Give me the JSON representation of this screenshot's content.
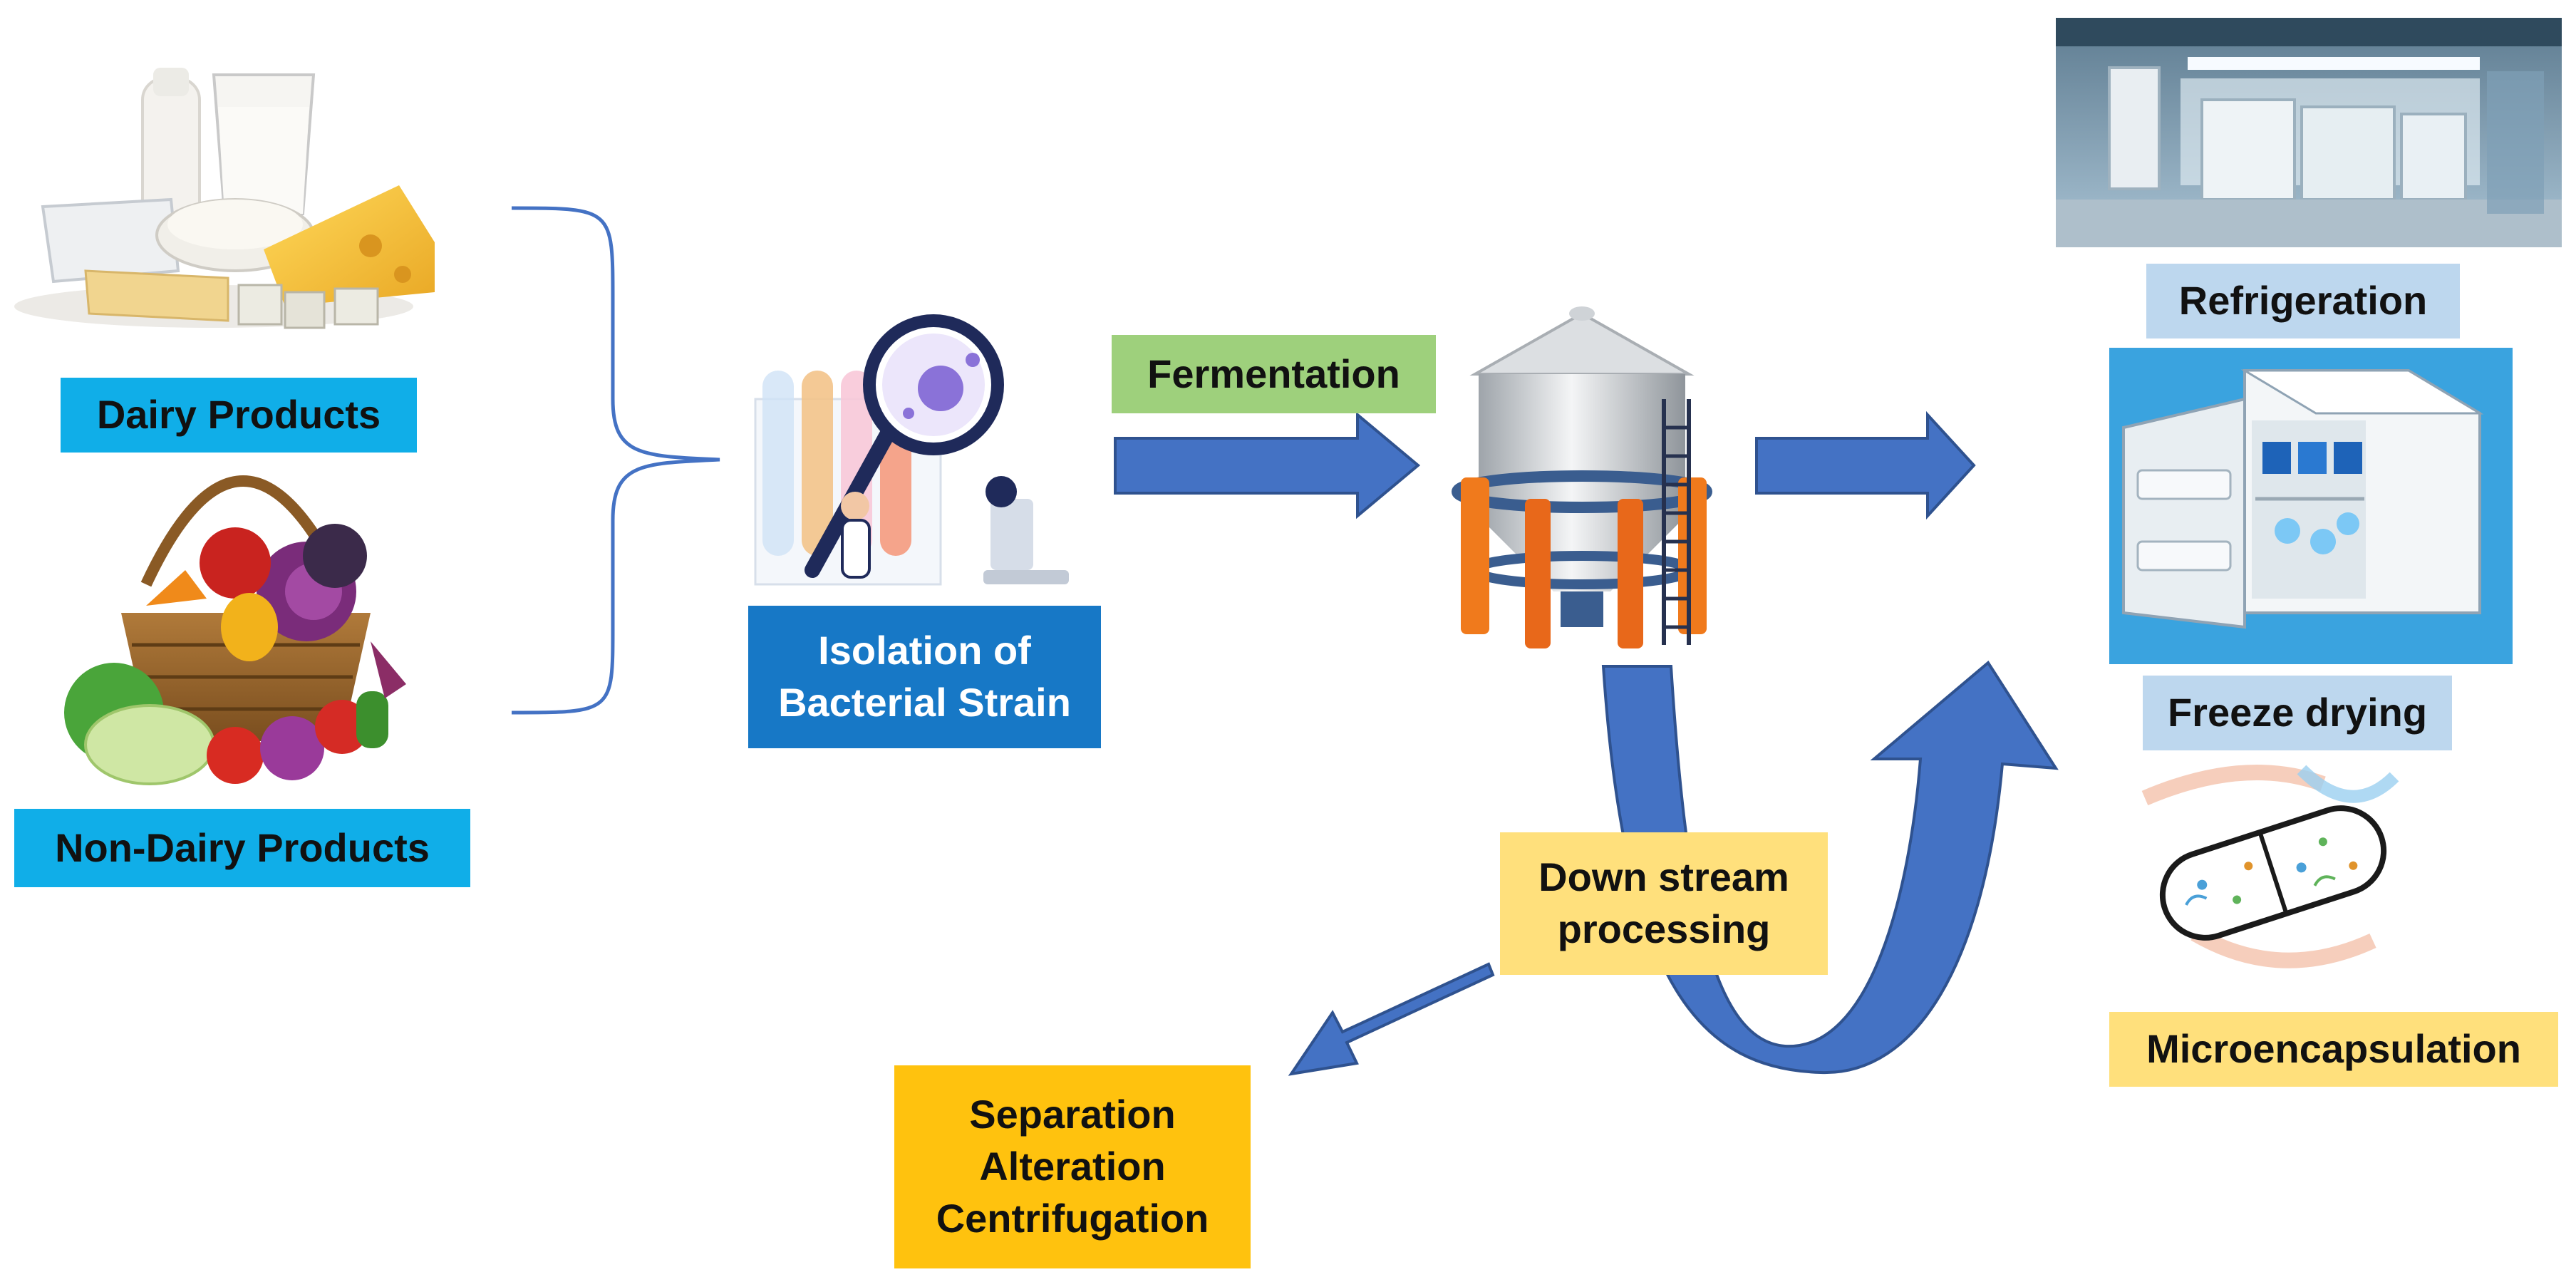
{
  "labels": {
    "dairy": "Dairy Products",
    "non_dairy": "Non-Dairy Products",
    "isolation": [
      "Isolation of",
      "Bacterial Strain"
    ],
    "fermentation": "Fermentation",
    "refrigeration": "Refrigeration",
    "freeze_drying": "Freeze drying",
    "microencapsulation": "Microencapsulation",
    "downstream": [
      "Down stream",
      "processing"
    ],
    "separation": [
      "Separation",
      "Alteration",
      "Centrifugation"
    ]
  },
  "colors": {
    "arrow": "#4472c4",
    "arrow_dark": "#2f528f",
    "label_cyan": "#10aee8",
    "label_blue": "#1778c6",
    "label_green": "#9ed07c",
    "label_lightblue": "#bdd7ee",
    "label_yellow": "#ffe07c",
    "label_amber": "#ffc20e"
  },
  "images": [
    "dairy-products-image",
    "vegetable-basket-image",
    "lab-scientist-illustration",
    "fermenter-tank-illustration",
    "cold-storage-room-image",
    "freeze-dryer-illustration",
    "probiotic-capsule-illustration"
  ]
}
